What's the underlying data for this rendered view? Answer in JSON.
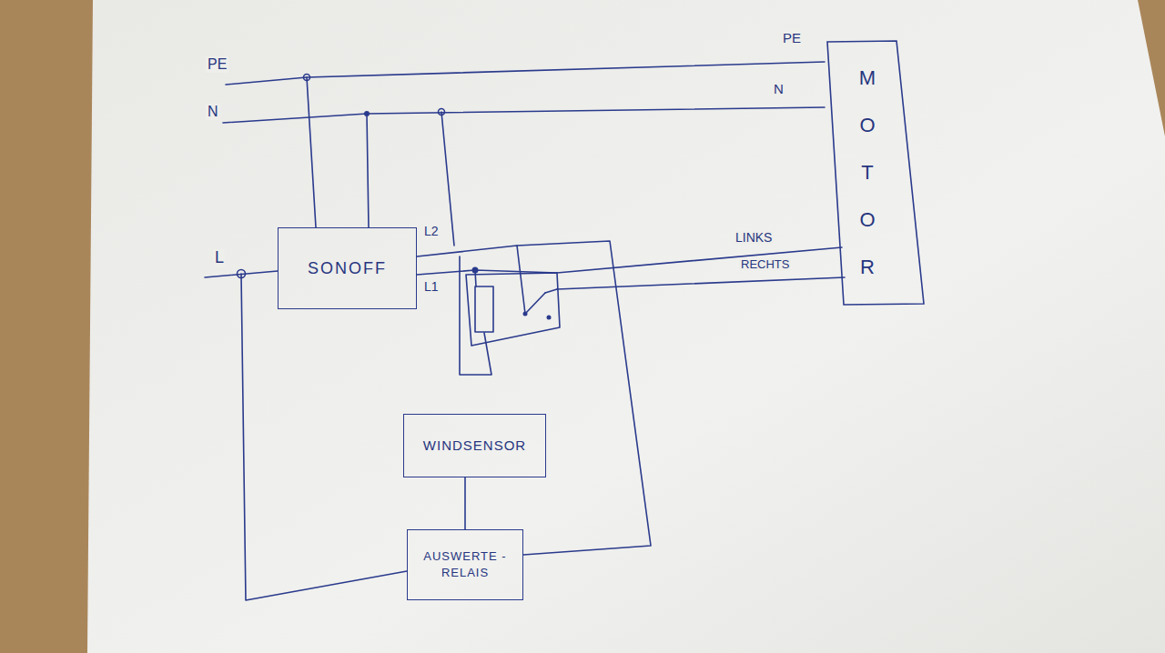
{
  "diagram": {
    "nodes": [
      {
        "text": [
          "SONOFF"
        ]
      },
      {
        "text": [
          "MOTOR"
        ]
      },
      {
        "text": [
          "WINDSENSOR"
        ]
      },
      {
        "text": [
          "AUSWERTE - RELAIS"
        ]
      }
    ],
    "edges": [
      {
        "from": 2,
        "to": 3,
        "arrow": "none"
      }
    ],
    "labels": [
      "PE",
      "N",
      "PE",
      "N",
      "L",
      "L2",
      "L1",
      "LINKS",
      "RECHTS"
    ]
  }
}
